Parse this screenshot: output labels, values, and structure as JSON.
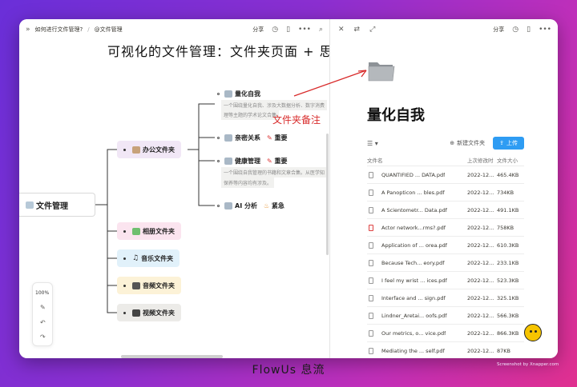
{
  "left": {
    "breadcrumb": {
      "page": "如何进行文件管理?",
      "current": "@文件管理"
    },
    "share_label": "分享",
    "title_overlay": "可视化的文件管理：文件夹页面 + 思维导图",
    "annotation": "文件夹备注",
    "zoom": "100%",
    "mindmap": {
      "root": "文件管理",
      "branches": [
        {
          "label": "办公文件夹",
          "color": "#f1e7f6"
        },
        {
          "label": "相册文件夹",
          "color": "#fbe4ef"
        },
        {
          "label": "音乐文件夹",
          "color": "#e1f1fa"
        },
        {
          "label": "音频文件夹",
          "color": "#fcf2d7"
        },
        {
          "label": "视频文件夹",
          "color": "#ecebe8"
        }
      ],
      "office_children": [
        {
          "label": "量化自我",
          "tag": "",
          "desc1": "一个围绕量化自我、涉及大数据分析、数字消费",
          "desc2": "理等主题的学术论文合集"
        },
        {
          "label": "亲密关系",
          "tag": "重要",
          "desc1": "",
          "desc2": ""
        },
        {
          "label": "健康管理",
          "tag": "重要",
          "desc1": "一个围绕自我管理的书籍和文章合集。从医学知",
          "desc2": "保养等内容均有涉及。"
        },
        {
          "label": "AI 分析",
          "tag": "紧急",
          "desc1": "",
          "desc2": ""
        }
      ]
    }
  },
  "right": {
    "share_label": "分享",
    "heading": "量化自我",
    "new_folder": "新建文件夹",
    "upload": "上传",
    "columns": {
      "name": "文件名",
      "date": "上次修改时",
      "size": "文件大小"
    },
    "files": [
      {
        "name": "QUANTIFIED ... DATA.pdf",
        "date": "2022-12...",
        "size": "465.4KB",
        "pdf": false
      },
      {
        "name": "A Panopticon ... bles.pdf",
        "date": "2022-12...",
        "size": "734KB",
        "pdf": false
      },
      {
        "name": "A Scientometr... Data.pdf",
        "date": "2022-12...",
        "size": "491.1KB",
        "pdf": false
      },
      {
        "name": "Actor network...rms?.pdf",
        "date": "2022-12...",
        "size": "758KB",
        "pdf": true
      },
      {
        "name": "Application of ... orea.pdf",
        "date": "2022-12...",
        "size": "610.3KB",
        "pdf": false
      },
      {
        "name": "Because Tech... eory.pdf",
        "date": "2022-12...",
        "size": "233.1KB",
        "pdf": false
      },
      {
        "name": "I feel my wrist ... ices.pdf",
        "date": "2022-12...",
        "size": "523.3KB",
        "pdf": false
      },
      {
        "name": "Interface and ... sign.pdf",
        "date": "2022-12...",
        "size": "325.1KB",
        "pdf": false
      },
      {
        "name": "Lindner_Aretai... oofs.pdf",
        "date": "2022-12...",
        "size": "566.3KB",
        "pdf": false
      },
      {
        "name": "Our metrics, o... vice.pdf",
        "date": "2022-12...",
        "size": "866.3KB",
        "pdf": false
      },
      {
        "name": "Mediating the ... self.pdf",
        "date": "2022-12...",
        "size": "87KB",
        "pdf": false
      }
    ]
  },
  "footer": "FlowUs 息流",
  "watermark": "Screenshot by Xnapper.com",
  "colors": {
    "accent": "#2e9cf3",
    "annotation": "#d82a2a"
  }
}
